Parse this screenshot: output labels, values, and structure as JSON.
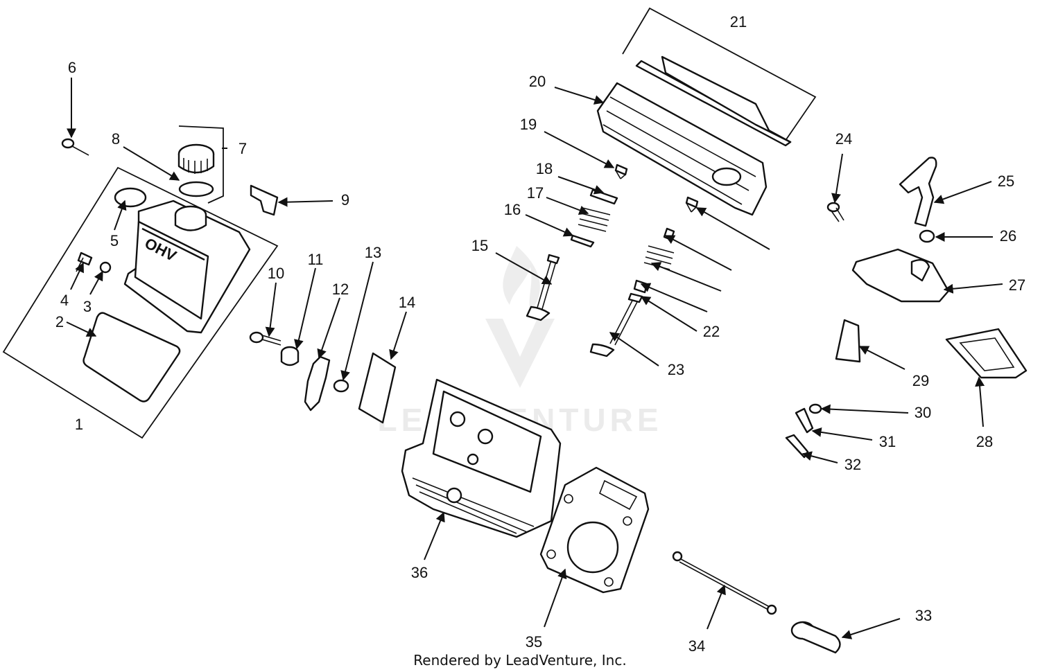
{
  "footer_text": "Rendered by LeadVenture, Inc.",
  "watermark_text": "LEADVENTURE",
  "callouts": [
    "1",
    "2",
    "3",
    "4",
    "5",
    "6",
    "7",
    "8",
    "9",
    "10",
    "11",
    "12",
    "13",
    "14",
    "15",
    "16",
    "17",
    "18",
    "19",
    "20",
    "21",
    "22",
    "23",
    "24",
    "25",
    "26",
    "27",
    "28",
    "29",
    "30",
    "31",
    "32",
    "33",
    "34",
    "35",
    "36"
  ],
  "colors": {
    "line": "#111111",
    "watermark": "#e9e9e9",
    "background": "#ffffff"
  }
}
